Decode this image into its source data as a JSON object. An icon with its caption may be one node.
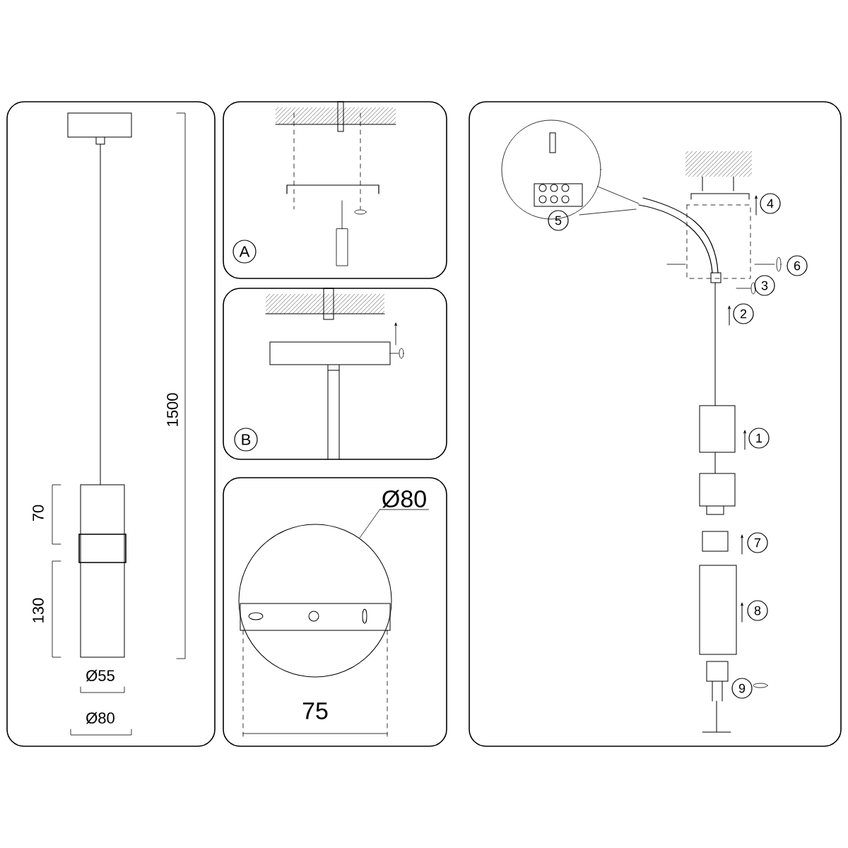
{
  "diagram": {
    "nodes": [
      {
        "text": [
          "Ø80"
        ]
      },
      {
        "text": [],
        "shape": "circle"
      }
    ],
    "edges": [
      {
        "from": 0,
        "to": 1,
        "arrow": "none"
      }
    ],
    "labels": [
      "1500",
      "70",
      "130",
      "Ø55",
      "Ø80",
      "A",
      "B",
      "75",
      "5",
      "4",
      "6",
      "3",
      "2",
      "1",
      "7",
      "8",
      "9"
    ]
  }
}
